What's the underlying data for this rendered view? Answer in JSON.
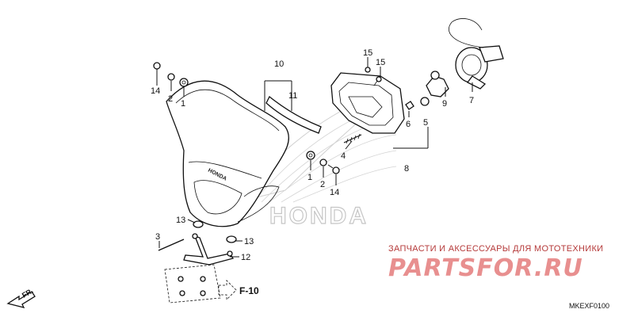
{
  "callouts": {
    "c1_left": "1",
    "c1_right": "1",
    "c2_left": "2",
    "c2_right": "2",
    "c3": "3",
    "c4": "4",
    "c5": "5",
    "c6": "6",
    "c7": "7",
    "c8": "8",
    "c9": "9",
    "c10": "10",
    "c11": "11",
    "c12": "12",
    "c13_left": "13",
    "c13_right": "13",
    "c14_left": "14",
    "c14_right": "14",
    "c15_a": "15",
    "c15_b": "15"
  },
  "reference": {
    "label": "F-10"
  },
  "direction": {
    "label": "FR."
  },
  "diagram_code": "MKEXF0100",
  "logo_on_cowl": "HONDA",
  "background_watermark": "HONDA",
  "watermark": {
    "tagline": "ЗАПЧАСТИ И АКСЕССУАРЫ ДЛЯ МОТОТЕХНИКИ",
    "brand": "PARTSFOR.RU"
  },
  "colors": {
    "line": "#111111",
    "watermark_text": "#b53a3a",
    "watermark_brand": "#e88f8f",
    "honda_watermark": "#c6c6c6"
  }
}
